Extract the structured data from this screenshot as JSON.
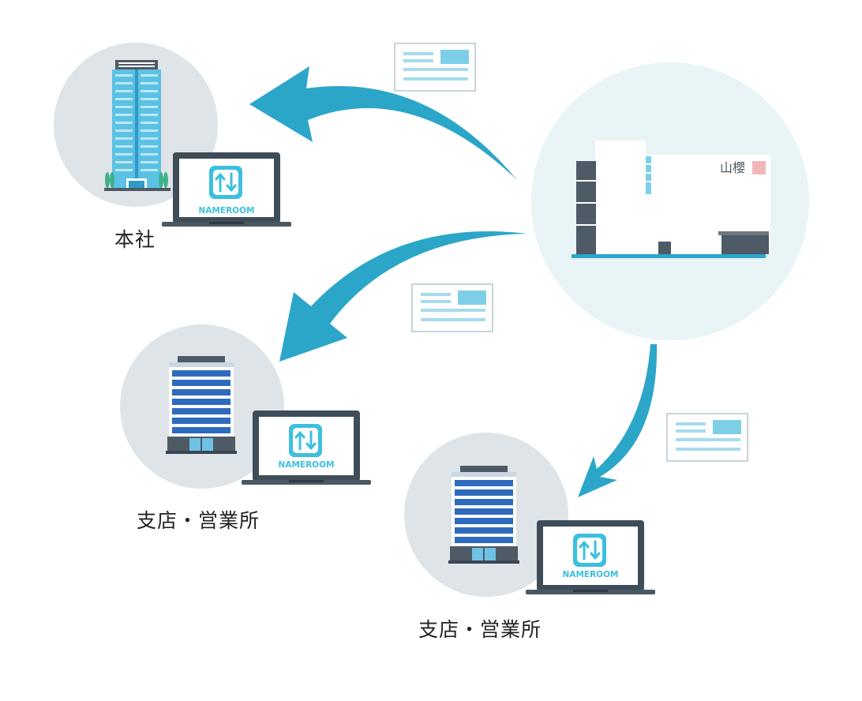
{
  "colors": {
    "arrow": "#2ba6c9",
    "circle_grey": "#dfe4e8",
    "circle_source": "#e8f4f6",
    "laptop_frame": "#3f4d59",
    "app_icon": "#3cc0de",
    "building_blue": "#2e6bbd",
    "tower_cyan": "#5cc2e4",
    "sakura_pink": "#f1b6bb"
  },
  "source": {
    "sign": "山櫻",
    "icon": "building-icon"
  },
  "sites": [
    {
      "label": "本社",
      "app_name": "NAMEROOM",
      "icon": "skyscraper-icon"
    },
    {
      "label": "支店・営業所",
      "app_name": "NAMEROOM",
      "icon": "office-building-icon"
    },
    {
      "label": "支店・営業所",
      "app_name": "NAMEROOM",
      "icon": "office-building-icon"
    }
  ],
  "cards": {
    "count": 3,
    "icon": "business-card-icon"
  }
}
